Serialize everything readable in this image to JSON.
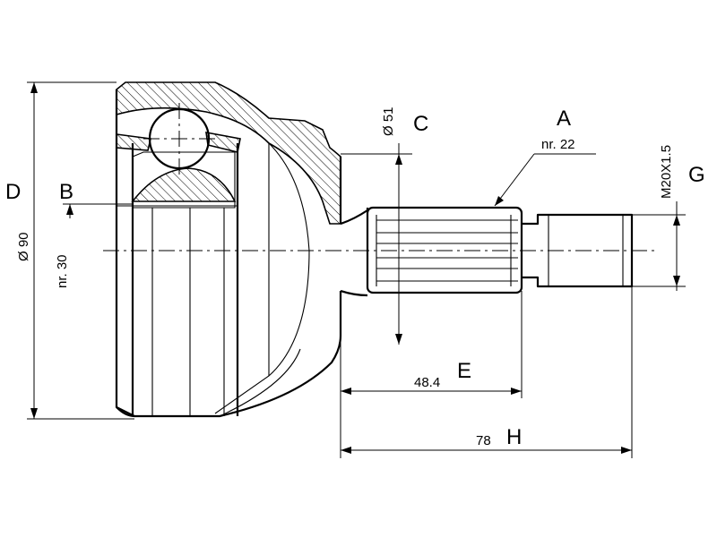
{
  "labels": {
    "A": "A",
    "nr22": "nr. 22",
    "B": "B",
    "nr30": "nr. 30",
    "C": "C",
    "d51": "Ø 51",
    "D": "D",
    "d90": "Ø 90",
    "E": "E",
    "v48": "48.4",
    "G": "G",
    "thread": "M20X1.5",
    "H": "H",
    "v78": "78"
  }
}
